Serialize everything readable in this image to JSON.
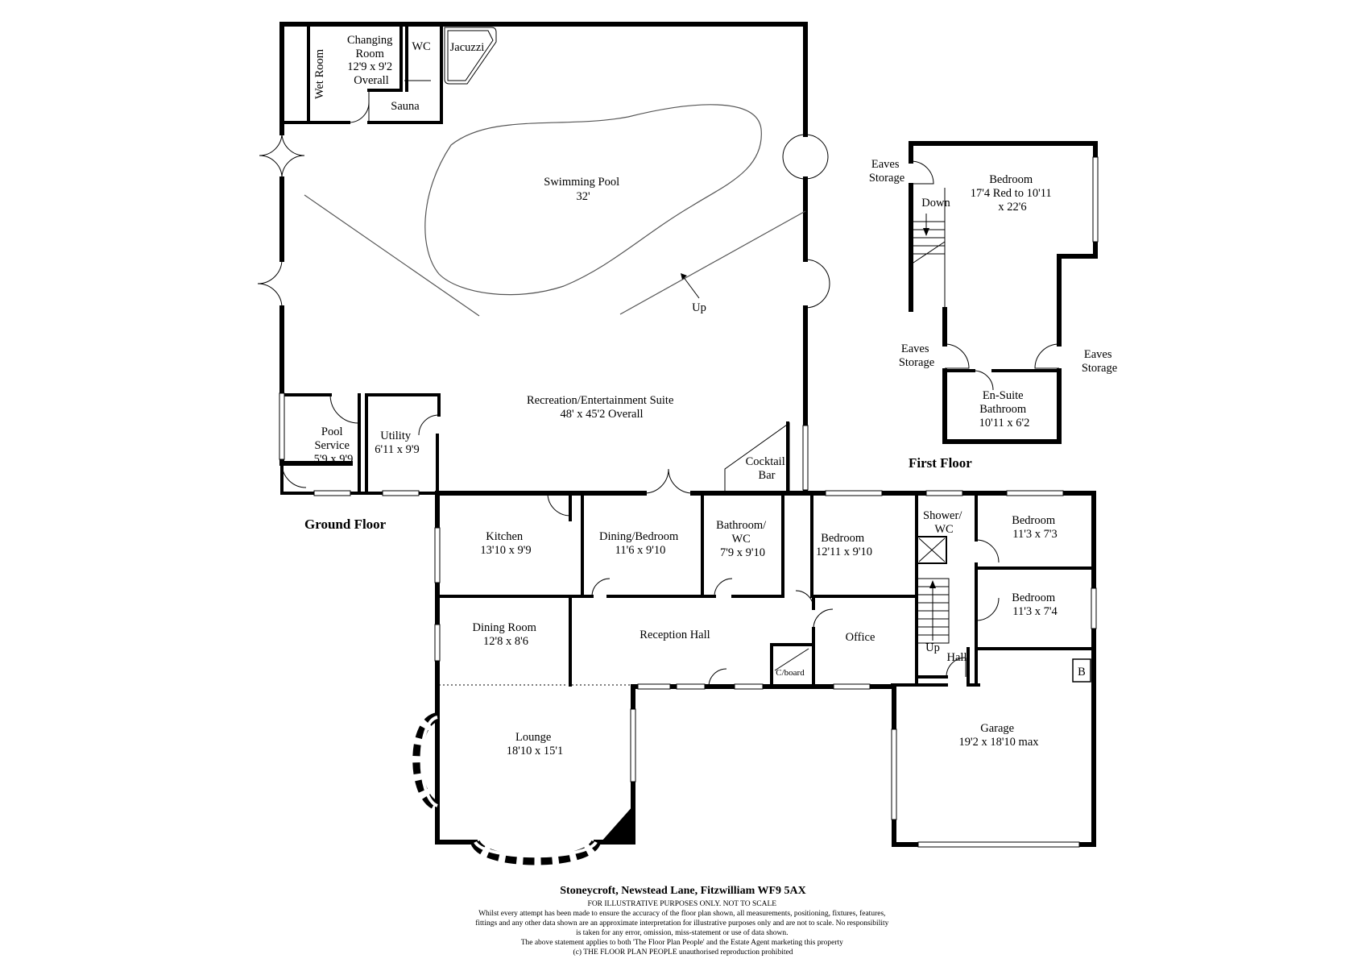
{
  "floors": {
    "ground": "Ground Floor",
    "first": "First Floor"
  },
  "rooms": {
    "wet_room": "Wet Room",
    "changing_room": [
      "Changing",
      "Room",
      "12'9 x 9'2",
      "Overall"
    ],
    "wc_pool": "WC",
    "jacuzzi": "Jacuzzi",
    "sauna": "Sauna",
    "swimming_pool": [
      "Swimming Pool",
      "32'"
    ],
    "pool_up": "Up",
    "recreation": [
      "Recreation/Entertainment Suite",
      "48' x 45'2 Overall"
    ],
    "pool_service": [
      "Pool",
      "Service",
      "5'9 x 9'9"
    ],
    "utility": [
      "Utility",
      "6'11 x 9'9"
    ],
    "cocktail_bar": [
      "Cocktail",
      "Bar"
    ],
    "kitchen": [
      "Kitchen",
      "13'10 x 9'9"
    ],
    "dining_bedroom": [
      "Dining/Bedroom",
      "11'6 x 9'10"
    ],
    "bathroom_wc": [
      "Bathroom/",
      "WC",
      "7'9 x 9'10"
    ],
    "bedroom_ground": [
      "Bedroom",
      "12'11 x 9'10"
    ],
    "shower_wc": [
      "Shower/",
      "WC"
    ],
    "bedroom_a": [
      "Bedroom",
      "11'3 x 7'3"
    ],
    "bedroom_b": [
      "Bedroom",
      "11'3 x 7'4"
    ],
    "dining_room": [
      "Dining Room",
      "12'8 x 8'6"
    ],
    "reception_hall": "Reception Hall",
    "cupboard": "C/board",
    "office": "Office",
    "stairs_up": "Up",
    "hall": "Hall",
    "boiler": "B",
    "lounge": [
      "Lounge",
      "18'10 x 15'1"
    ],
    "garage": [
      "Garage",
      "19'2 x 18'10 max"
    ],
    "eaves_1": [
      "Eaves",
      "Storage"
    ],
    "eaves_2": [
      "Eaves",
      "Storage"
    ],
    "eaves_3": [
      "Eaves",
      "Storage"
    ],
    "stairs_down": "Down",
    "bedroom_first": [
      "Bedroom",
      "17'4 Red to 10'11",
      "x 22'6"
    ],
    "ensuite": [
      "En-Suite",
      "Bathroom",
      "10'11 x 6'2"
    ]
  },
  "footer": {
    "address": "Stoneycroft, Newstead Lane, Fitzwilliam WF9 5AX",
    "disclaimer": [
      "FOR ILLUSTRATIVE PURPOSES ONLY.  NOT TO SCALE",
      "Whilst every attempt has been made to ensure the accuracy of the floor plan shown, all measurements, positioning, fixtures, features,",
      "fittings and any other data shown are an approximate interpretation for illustrative purposes only and are not to scale.  No responsibility",
      "is taken for any error, omission, miss-statement or use of data shown.",
      "The above statement applies to both 'The Floor Plan People' and the Estate Agent marketing this property",
      "(c) THE FLOOR PLAN PEOPLE unauthorised reproduction prohibited"
    ]
  }
}
